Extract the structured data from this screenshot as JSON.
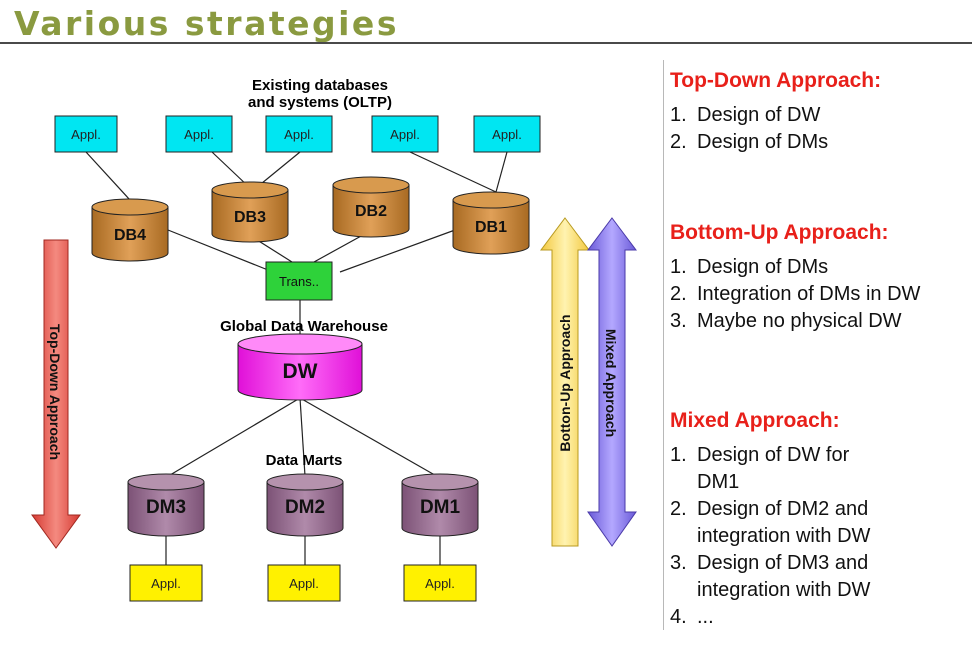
{
  "slide": {
    "title": "Various strategies"
  },
  "diagram": {
    "oltp_label_line1": "Existing databases",
    "oltp_label_line2": "and systems (OLTP)",
    "appl_label": "Appl.",
    "databases": [
      "DB4",
      "DB3",
      "DB2",
      "DB1"
    ],
    "trans_label": "Trans..",
    "dw_caption": "Global Data Warehouse",
    "dw_label": "DW",
    "datamarts_caption": "Data Marts",
    "datamarts": [
      "DM3",
      "DM2",
      "DM1"
    ],
    "arrows": {
      "top_down": "Top-Down Approach",
      "bottom_up": "Botton-Up Approach",
      "mixed": "Mixed Approach"
    },
    "colors": {
      "appl_top": "#00e6f2",
      "db": "#cc8a3a",
      "trans": "#2ed23a",
      "dw": "#ff2ef2",
      "dm": "#9c7096",
      "appl_bottom": "#fff100",
      "top_down_arrow": "#e8534a",
      "bottom_up_arrow": "#ffe680",
      "mixed_arrow": "#8c7ef0"
    }
  },
  "sections": [
    {
      "title": "Top-Down Approach:",
      "items": [
        {
          "num": "1.",
          "text": "Design of DW"
        },
        {
          "num": "2.",
          "text": "Design of DMs"
        }
      ]
    },
    {
      "title": "Bottom-Up Approach:",
      "items": [
        {
          "num": "1.",
          "text": "Design of DMs"
        },
        {
          "num": "2.",
          "text": "Integration of DMs in DW"
        },
        {
          "num": "3.",
          "text": "Maybe no physical DW"
        }
      ]
    },
    {
      "title": "Mixed Approach:",
      "items": [
        {
          "num": "1.",
          "text": "Design of DW for\nDM1"
        },
        {
          "num": "2.",
          "text": "Design of DM2 and\nintegration with DW"
        },
        {
          "num": "3.",
          "text": "Design of DM3 and\nintegration with DW"
        },
        {
          "num": "4.",
          "text": "..."
        }
      ]
    }
  ]
}
